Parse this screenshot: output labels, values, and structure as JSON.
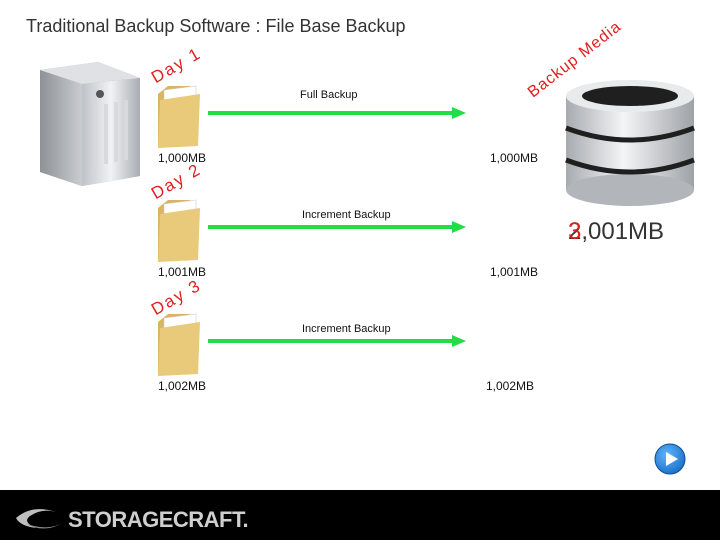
{
  "title": "Traditional Backup Software : File Base Backup",
  "backup_media_label": "Backup Media",
  "days": [
    {
      "label": "Day 1",
      "arrow_label": "Full Backup",
      "source_size": "1,000MB",
      "dest_size": "1,000MB"
    },
    {
      "label": "Day 2",
      "arrow_label": "Increment Backup",
      "source_size": "1,001MB",
      "dest_size": "1,001MB"
    },
    {
      "label": "Day 3",
      "arrow_label": "Increment Backup",
      "source_size": "1,002MB",
      "dest_size": "1,002MB"
    }
  ],
  "total": {
    "base": "2,001MB",
    "overlay": "3"
  },
  "logo": {
    "text": "STORAGECRAFT."
  },
  "colors": {
    "accent_red": "#e21f1f",
    "arrow_green": "#22dd44",
    "play_blue": "#1a7fd6"
  },
  "icons": {
    "play": "play-icon",
    "server": "server-icon",
    "database": "database-icon",
    "folder": "folder-icon"
  }
}
